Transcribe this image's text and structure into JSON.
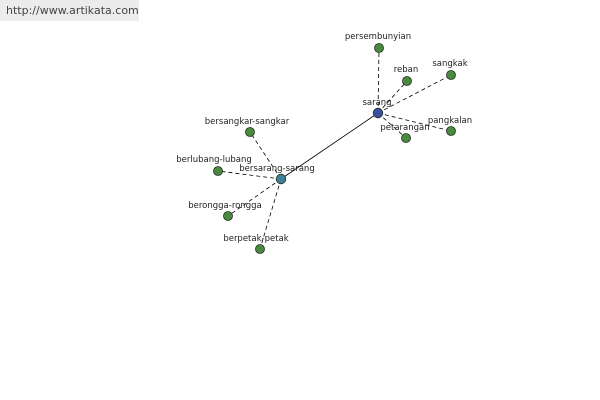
{
  "header": {
    "site_url": "http://www.artikata.com"
  },
  "colors": {
    "leaf_node": "#4a8a3f",
    "center_node": "#3f7f9a",
    "root_node": "#3a4fa0",
    "node_stroke": "#1f2f1f",
    "link": "#000000"
  },
  "diagram": {
    "root": {
      "id": "sarang",
      "label": "sarang"
    },
    "hub": {
      "id": "bersarang-sarang",
      "label": "bersarang-sarang"
    },
    "root_children": [
      {
        "id": "persembunyian",
        "label": "persembunyian"
      },
      {
        "id": "reban",
        "label": "reban"
      },
      {
        "id": "sangkak",
        "label": "sangkak"
      },
      {
        "id": "pangkalan",
        "label": "pangkalan"
      },
      {
        "id": "petarangan",
        "label": "petarangan"
      }
    ],
    "hub_children": [
      {
        "id": "bersangkar-sangkar",
        "label": "bersangkar-sangkar"
      },
      {
        "id": "berlubang-lubang",
        "label": "berlubang-lubang"
      },
      {
        "id": "berongga-rongga",
        "label": "berongga-rongga"
      },
      {
        "id": "berpetak-petak",
        "label": "berpetak-petak"
      }
    ]
  }
}
